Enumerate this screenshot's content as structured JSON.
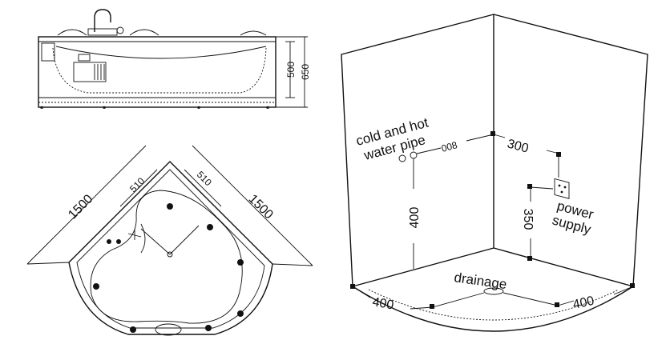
{
  "colors": {
    "line": "#111111",
    "background": "#ffffff"
  },
  "elevation": {
    "dim_inner": "500",
    "dim_outer": "650"
  },
  "plan": {
    "dim_side_left": "1500",
    "dim_side_right": "1500",
    "dim_inner_left": "510",
    "dim_inner_right": "510"
  },
  "installation": {
    "pipe_label_line1": "cold and hot",
    "pipe_label_line2": "water pipe",
    "dim_pipe_gap": "008",
    "dim_pipe_from_corner": "300",
    "dim_pipe_height": "400",
    "dim_power_height": "350",
    "power_label_line1": "power",
    "power_label_line2": "supply",
    "drain_label": "drainage",
    "dim_floor_left": "400",
    "dim_floor_right": "400",
    "power_icon": "outlet-icon"
  }
}
